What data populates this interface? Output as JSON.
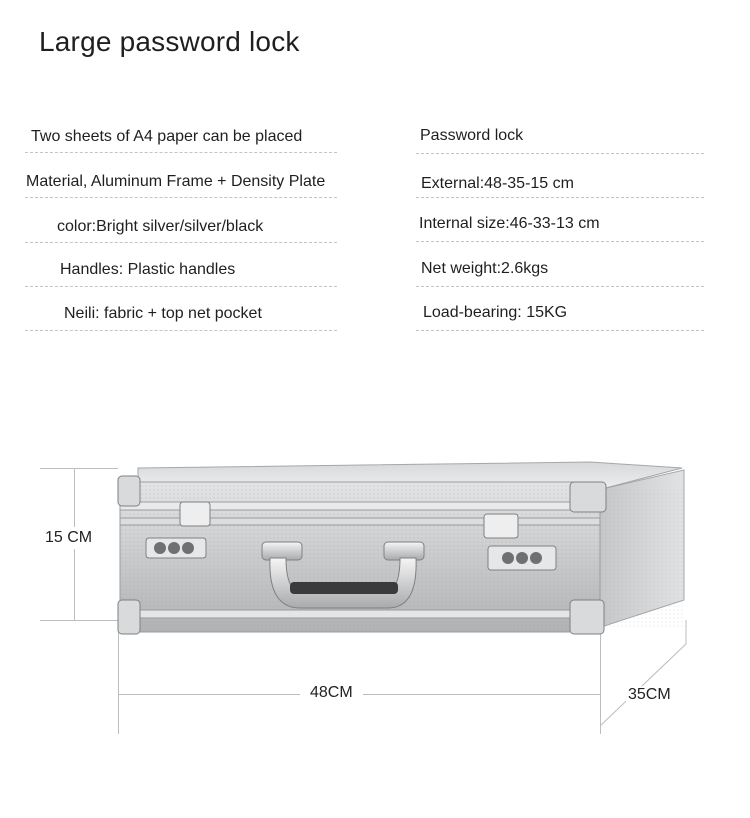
{
  "title": "Large password lock",
  "specs_left": [
    "Two sheets of A4 paper can be placed",
    "Material, Aluminum Frame + Density Plate",
    "color:Bright silver/silver/black",
    "Handles: Plastic handles",
    "Neili: fabric + top net pocket"
  ],
  "specs_right": [
    "Password lock",
    "External:48-35-15 cm",
    "Internal size:46-33-13 cm",
    "Net weight:2.6kgs",
    "Load-bearing: 15KG"
  ],
  "dimensions": {
    "height": "15 CM",
    "width": "48CM",
    "depth": "35CM"
  },
  "colors": {
    "text": "#1f1f1f",
    "rule": "#c4c4c4",
    "case_silver": "#c9cbcd",
    "case_dark": "#8a8c8e"
  }
}
